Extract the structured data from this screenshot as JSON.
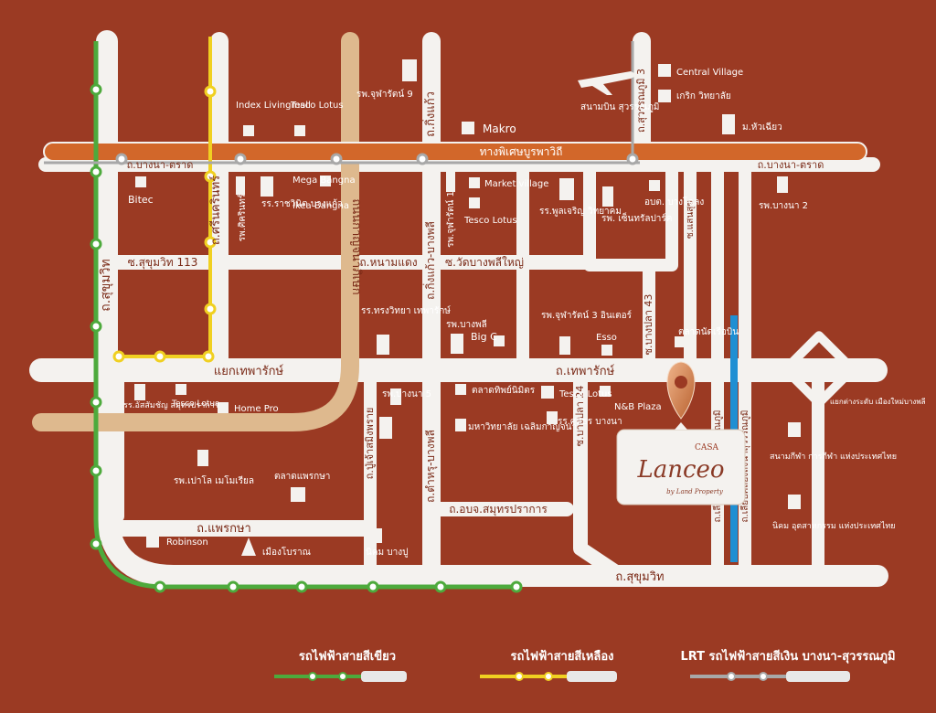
{
  "roads": {
    "sukhumvit_v": "ถ.สุขุมวิท",
    "srinakarin": "ถ.ศรีนครินทร์",
    "kanchanaphisek": "ถนนกาญจนาภิเษก",
    "kingkaew_top": "ถ.กิ่งแก้ว",
    "kingkaew_bangphli": "ถ.กิ่งแก้ว-บางพลี",
    "suvarnabhumi3": "ถ.สุวรรณภูมิ 3",
    "bangna_trad_left": "ถ.บางนา-ตราด",
    "bangna_trad_right": "ถ.บางนา-ตราด",
    "expressway": "ทางพิเศษบูรพาวิถี",
    "soi113": "ซ.สุขุมวิท 113",
    "nong_mae_daeng": "ถ.หนามแดง",
    "wat_bangphli_yai": "ซ.วัดบางพลีใหญ่",
    "thepharak": "ถ.เทพารักษ์",
    "yaek_thepharak": "แยกเทพารักษ์",
    "muang_mai": "ถ.ปู่เจ้าสมิงพราย",
    "tamru_bangphli": "ถ.ตำหรุ-บางพลี",
    "bangpla43": "ซ.บางปลา 43",
    "bangpla24": "ซ.บางปลา 24",
    "samsen": "ซ.แสนสุข",
    "aboch": "ถ.อบจ.สมุทรปราการ",
    "phraeksa": "ถ.แพรกษา",
    "sukhumvit_h": "ถ.สุขุมวิท",
    "liap_khlong_1": "ถ.เลียบคลองส่งน้ำสุวรรณภูมิ",
    "liap_khlong_2": "ถ.เลียบคลองส่งน้ำสุวรรณภูมิ"
  },
  "places": {
    "index": "Index Livingmall",
    "tesco1": "Tesco Lotus",
    "rph_chularat9": "รพ.จุฬารัตน์ 9",
    "makro": "Makro",
    "airport": "สนามบิน สุวรรณภูมิ",
    "central_village": "Central Village",
    "krirk": "เกริก วิทยาลัย",
    "hua_chiew": "ม.หัวเฉียว",
    "bitec": "Bitec",
    "sikarin": "รพ.ศิครินทร์",
    "rachawinit": "รร.ราชวินิต บางแก้ว",
    "mega": "Mega Bangna",
    "ikea": "Ikea Bangna",
    "chularat1": "รพ.จุฬารัตน์ 1",
    "market_village": "Market village",
    "tesco2": "Tesco Lotus",
    "phoolcharoen": "รร.พูลเจริญ วิทยาคม",
    "central_park": "รพ. เซ็นทรัลปาร์ค",
    "obt": "อบต. บางโฉลง",
    "bangna2": "รพ.บางนา 2",
    "songwittaya": "รร.ทรงวิทยา เทพารักษ์",
    "bangphli_h": "รพ.บางพลี",
    "bigc": "Big C",
    "chularat3": "รพ.จุฬารัตน์ 3 อินเตอร์",
    "esso": "Esso",
    "talad_nat": "ตลาดนัดเรือบิน",
    "assumption": "รร.อัสสัมชัญ สมุทรปราการ",
    "tesco3": "Tesco Lotus",
    "homepro": "Home Pro",
    "bangna5": "รพ.บางนา 5",
    "talad_thip": "ตลาดทิพย์นิมิตร",
    "tesco4": "Tesco Lotus",
    "mahawittayalai": "มหาวิทยาลัย เฉลิมกาญจนา",
    "sasi": "รร.ศศิธร บางนา",
    "nb_plaza": "N&B Plaza",
    "paolo": "รพ.เปาโล เมโมเรียล",
    "talad_phraeksa": "ตลาดแพรกษา",
    "robinson": "Robinson",
    "ancient_city": "เมืองโบราณ",
    "nikhom_bangpoo": "นิคม บางปู",
    "yaek_intersection": "แยกต่างระดับ เมืองใหม่บางพลี",
    "sanam_kila": "สนามกีฬา การกีฬา แห่งประเทศไทย",
    "nikhom_ind": "นิคม อุตสาหกรรม แห่งประเทศไทย"
  },
  "project": {
    "brand_top": "CASA",
    "brand_main": "Lanceo",
    "brand_sub": "by Land Property"
  },
  "legend": {
    "green": "รถไฟฟ้าสายสีเขียว",
    "yellow": "รถไฟฟ้าสายสีเหลือง",
    "silver": "LRT รถไฟฟ้าสายสีเงิน บางนา-สุวรรณภูมิ"
  },
  "colors": {
    "background": "#9b3a23",
    "road": "#f4f2ef",
    "green_line": "#4daa3c",
    "yellow_line": "#f0d021",
    "silver_line": "#a8a8a8",
    "expressway": "#d2672a",
    "kanchanaphisek": "#deb98e",
    "canal": "#1f8fd3"
  }
}
